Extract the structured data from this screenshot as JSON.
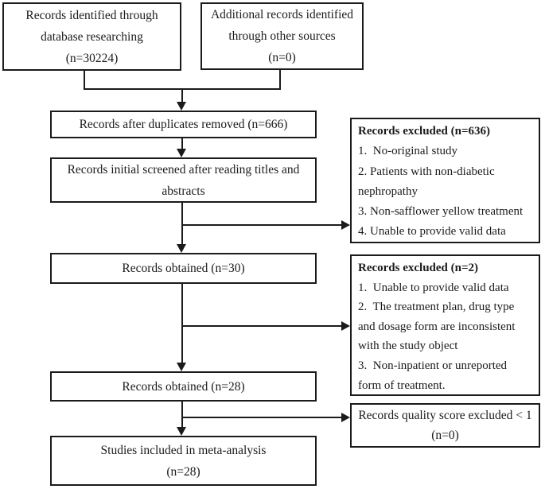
{
  "boxes": {
    "identified": {
      "line1": "Records identified through",
      "line2": "database researching",
      "line3": "(n=30224)"
    },
    "additional": {
      "line1": "Additional records identified",
      "line2": "through other sources",
      "line3": "(n=0)"
    },
    "duplicates_removed": {
      "line1": "Records after duplicates removed (n=666)"
    },
    "screened": {
      "line1": "Records initial screened after reading titles and",
      "line2": "abstracts"
    },
    "obtained_30": {
      "line1": "Records obtained (n=30)"
    },
    "obtained_28": {
      "line1": "Records obtained (n=28)"
    },
    "included": {
      "line1": "Studies included in meta-analysis",
      "line2": "(n=28)"
    },
    "excluded_1": {
      "title": "Records excluded (n=636)",
      "lines": [
        "1.  No-original study",
        "2. Patients with non-diabetic",
        "nephropathy",
        "3. Non-safflower yellow treatment",
        "4. Unable to provide valid data"
      ]
    },
    "excluded_2": {
      "title": "Records excluded (n=2)",
      "lines": [
        "1.  Unable to provide valid data",
        "2.  The treatment plan, drug type",
        "and dosage form are inconsistent",
        "with the study object",
        "3.  Non-inpatient or unreported",
        "form of treatment."
      ]
    },
    "quality": {
      "line1": "Records quality score excluded < 1",
      "line2": "(n=0)"
    }
  },
  "colors": {
    "line": "#1b1b1b",
    "background": "#ffffff"
  }
}
